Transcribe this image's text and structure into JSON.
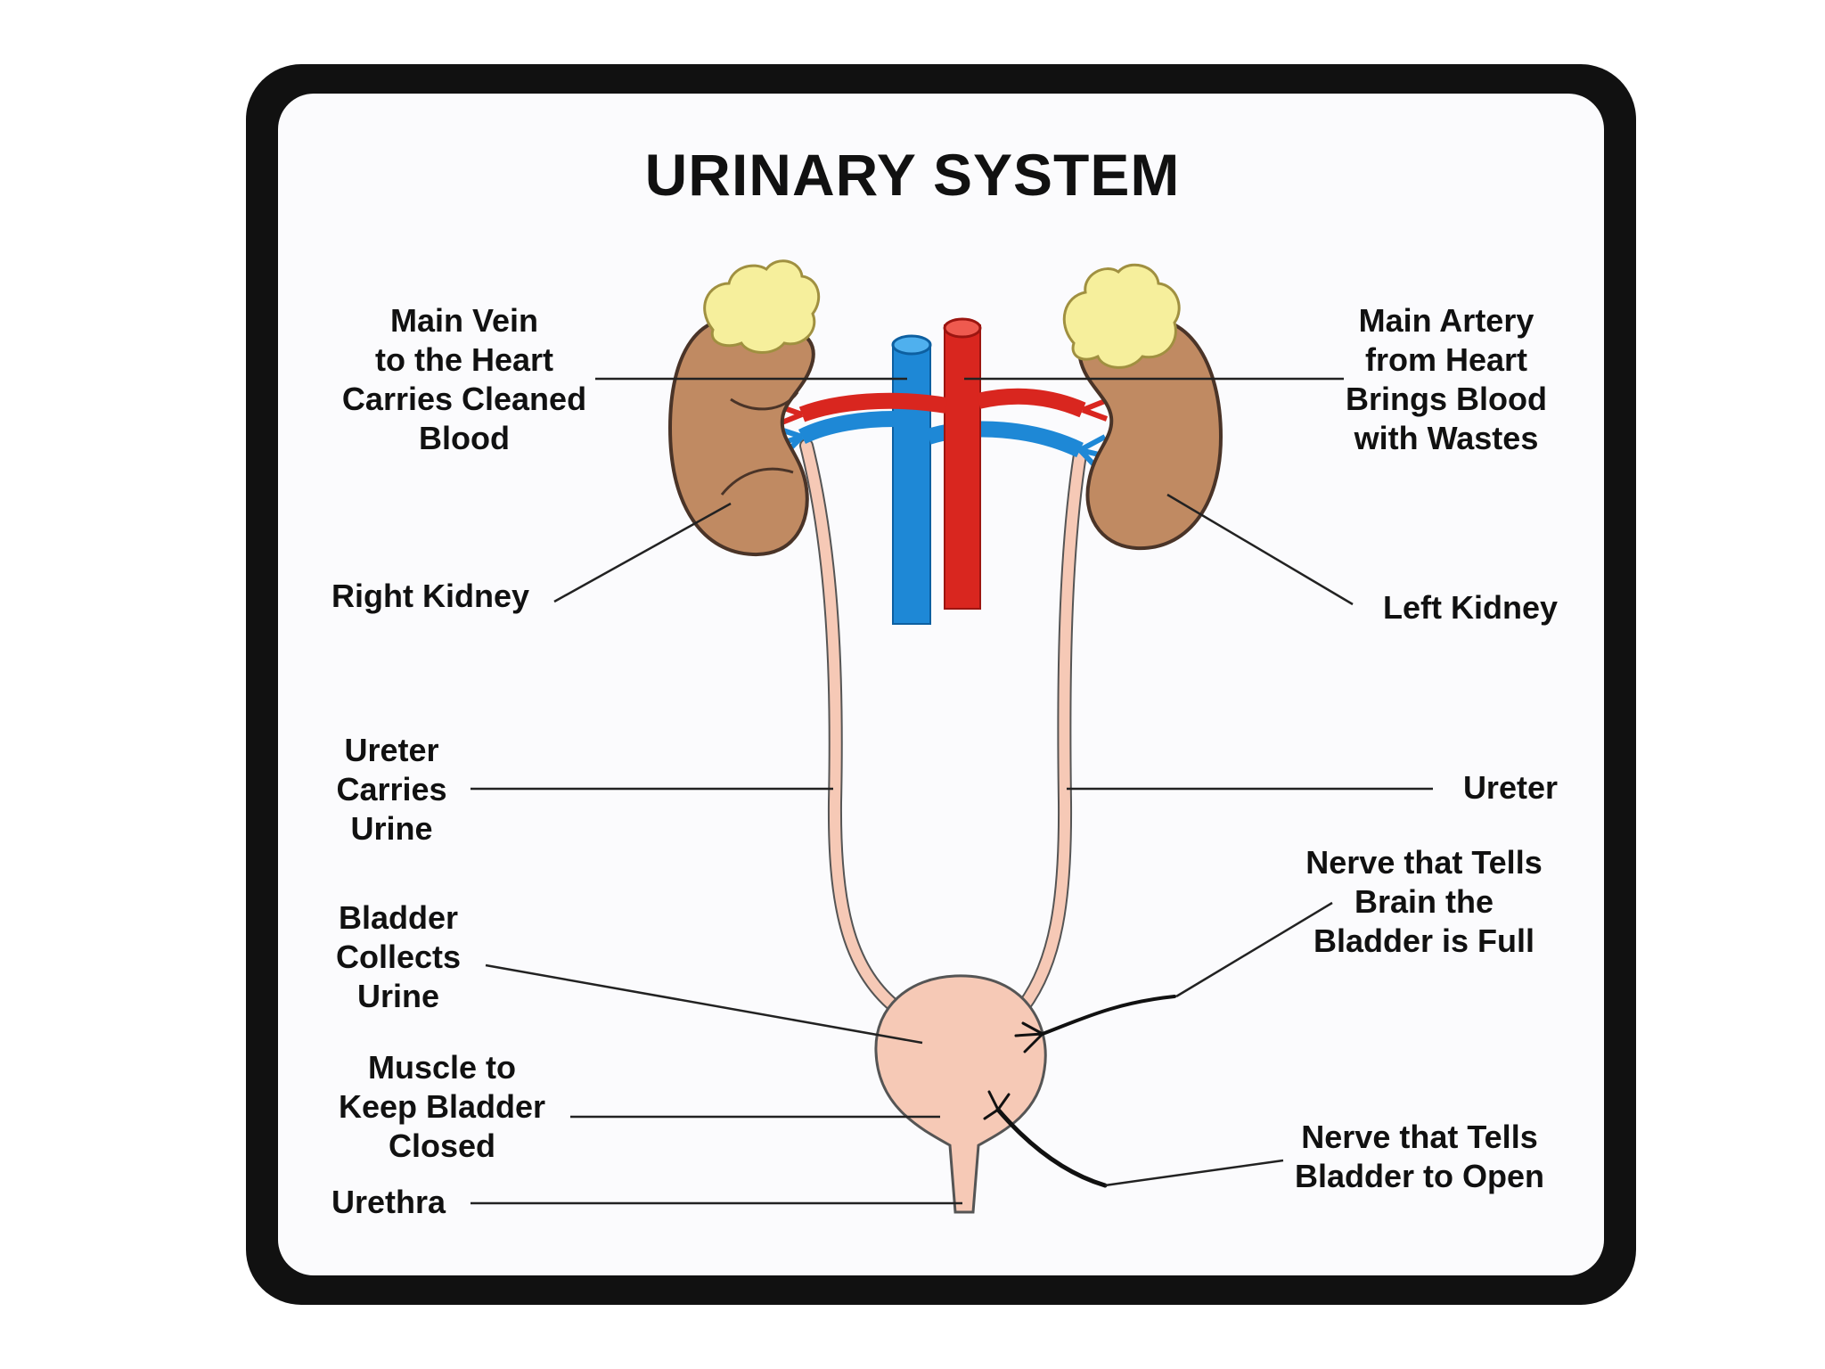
{
  "title": "URINARY SYSTEM",
  "colors": {
    "frame": "#111111",
    "panel": "#fbfbfd",
    "kidney": "#c08a62",
    "adrenal_gland": "#f6ef9c",
    "vein": "#1e88d6",
    "artery": "#d9261f",
    "ureter_bladder": "#f6c9b6"
  },
  "labels": {
    "main_vein": [
      "Main Vein",
      "to the Heart",
      "Carries Cleaned",
      "Blood"
    ],
    "main_artery": [
      "Main Artery",
      "from Heart",
      "Brings Blood",
      "with Wastes"
    ],
    "right_kidney": "Right Kidney",
    "left_kidney": "Left Kidney",
    "ureter_left_side": [
      "Ureter",
      "Carries",
      "Urine"
    ],
    "ureter_right_side": "Ureter",
    "bladder": [
      "Bladder",
      "Collects",
      "Urine"
    ],
    "nerve_full": [
      "Nerve that Tells",
      "Brain the",
      "Bladder is Full"
    ],
    "muscle": [
      "Muscle to",
      "Keep Bladder",
      "Closed"
    ],
    "urethra": "Urethra",
    "nerve_open": [
      "Nerve that Tells",
      "Bladder to Open"
    ]
  }
}
